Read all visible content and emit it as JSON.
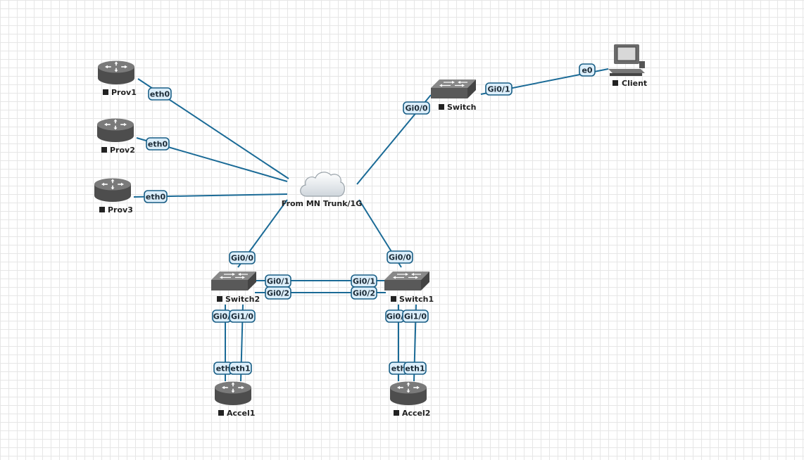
{
  "nodes": {
    "prov1": {
      "name": "Prov1",
      "icon": "router-icon"
    },
    "prov2": {
      "name": "Prov2",
      "icon": "router-icon"
    },
    "prov3": {
      "name": "Prov3",
      "icon": "router-icon"
    },
    "cloud": {
      "name": "From MN Trunk/1G",
      "icon": "cloud-icon"
    },
    "switch": {
      "name": "Switch",
      "icon": "switch-icon"
    },
    "client": {
      "name": "Client",
      "icon": "computer-icon"
    },
    "switch2": {
      "name": "Switch2",
      "icon": "switch-icon"
    },
    "switch1": {
      "name": "Switch1",
      "icon": "switch-icon"
    },
    "accel1": {
      "name": "Accel1",
      "icon": "router-icon"
    },
    "accel2": {
      "name": "Accel2",
      "icon": "router-icon"
    }
  },
  "ports": {
    "prov1_eth0": "eth0",
    "prov2_eth0": "eth0",
    "prov3_eth0": "eth0",
    "switch_gi00": "Gi0/0",
    "switch_gi01": "Gi0/1",
    "client_e0": "e0",
    "switch2_gi00": "Gi0/0",
    "switch2_gi01": "Gi0/1",
    "switch2_gi02": "Gi0/2",
    "switch1_gi00": "Gi0/0",
    "switch1_gi01": "Gi0/1",
    "switch1_gi02": "Gi0/2",
    "switch2_gi0x": "Gi0/",
    "switch2_gi10": "Gi1/0",
    "switch1_gi0x": "Gi0/",
    "switch1_gi10": "Gi1/0",
    "accel1_ethx": "eth",
    "accel1_eth1": "eth1",
    "accel2_ethx": "eth",
    "accel2_eth1": "eth1"
  },
  "colors": {
    "link": "#1a6a96",
    "device_body": "#5c5c5c",
    "label_fill": "#dceefa",
    "label_border": "#1a5f86"
  }
}
